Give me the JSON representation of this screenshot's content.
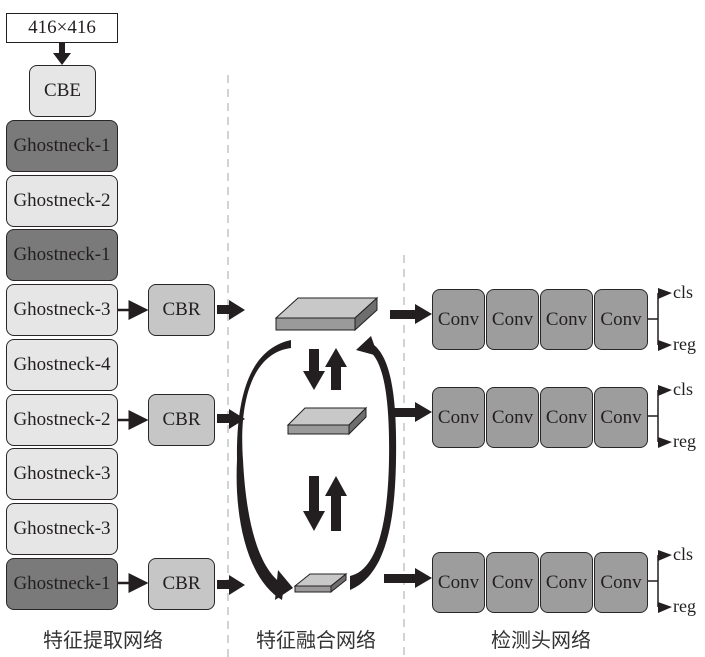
{
  "input": {
    "label": "416×416"
  },
  "backbone": {
    "stem": "CBE",
    "blocks": [
      {
        "label": "Ghostneck-1",
        "shade": "dark"
      },
      {
        "label": "Ghostneck-2",
        "shade": "light"
      },
      {
        "label": "Ghostneck-1",
        "shade": "dark"
      },
      {
        "label": "Ghostneck-3",
        "shade": "light"
      },
      {
        "label": "Ghostneck-4",
        "shade": "light"
      },
      {
        "label": "Ghostneck-2",
        "shade": "light"
      },
      {
        "label": "Ghostneck-3",
        "shade": "light"
      },
      {
        "label": "Ghostneck-3",
        "shade": "light"
      },
      {
        "label": "Ghostneck-1",
        "shade": "dark"
      }
    ],
    "cbr": [
      "CBR",
      "CBR",
      "CBR"
    ]
  },
  "heads": [
    {
      "convs": [
        "Conv",
        "Conv",
        "Conv",
        "Conv"
      ],
      "outputs": [
        "cls",
        "reg"
      ]
    },
    {
      "convs": [
        "Conv",
        "Conv",
        "Conv",
        "Conv"
      ],
      "outputs": [
        "cls",
        "reg"
      ]
    },
    {
      "convs": [
        "Conv",
        "Conv",
        "Conv",
        "Conv"
      ],
      "outputs": [
        "cls",
        "reg"
      ]
    }
  ],
  "sections": {
    "extraction": "特征提取网络",
    "fusion": "特征融合网络",
    "detection": "检测头网络"
  }
}
